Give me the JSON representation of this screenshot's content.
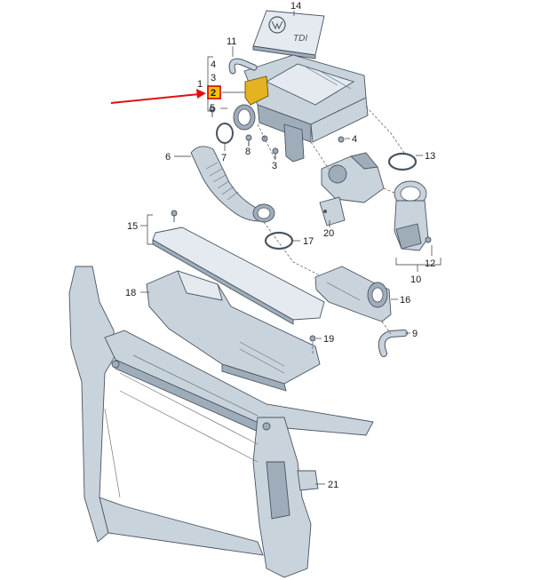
{
  "callouts": {
    "c1": "1",
    "c2": "2",
    "c3a": "3",
    "c3b": "3",
    "c4a": "4",
    "c4b": "4",
    "c5": "5",
    "c6": "6",
    "c7": "7",
    "c8": "8",
    "c9": "9",
    "c10": "10",
    "c11": "11",
    "c12": "12",
    "c13": "13",
    "c14": "14",
    "c15": "15",
    "c16": "16",
    "c17": "17",
    "c18": "18",
    "c19": "19",
    "c20": "20",
    "c21": "21"
  },
  "cover_logo_text": "TDI",
  "colors": {
    "highlight_box": "#f5c400",
    "highlight_part": "#e3b321",
    "arrow": "#e01010"
  }
}
